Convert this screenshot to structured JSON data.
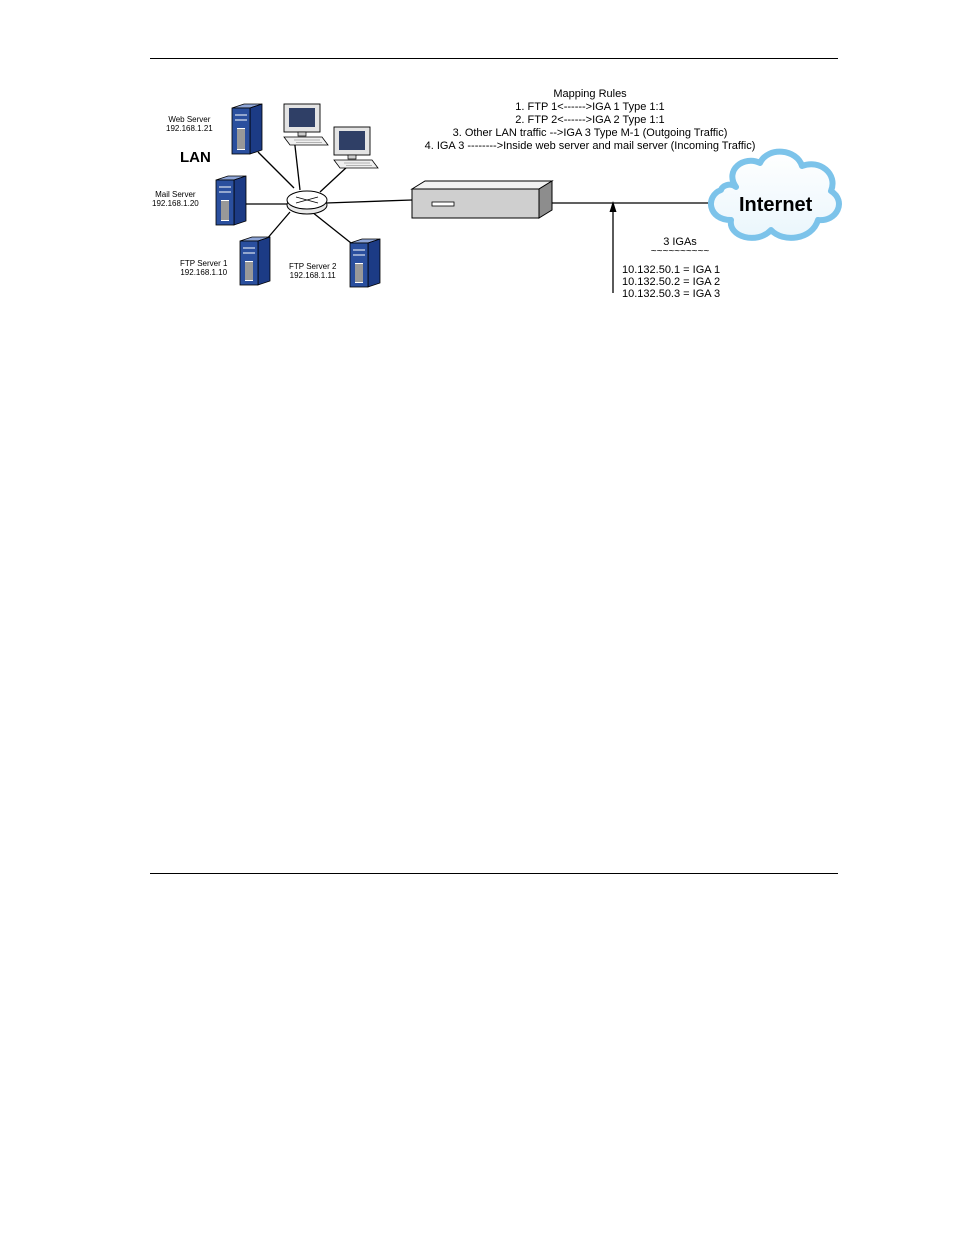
{
  "diagram": {
    "lan_label": "LAN",
    "internet_label": "Internet",
    "servers": {
      "web": {
        "name": "Web Server",
        "ip": "192.168.1.21"
      },
      "mail": {
        "name": "Mail Server",
        "ip": "192.168.1.20"
      },
      "ftp1": {
        "name": "FTP Server 1",
        "ip": "192.168.1.10"
      },
      "ftp2": {
        "name": "FTP Server 2",
        "ip": "192.168.1.11"
      }
    },
    "mapping_rules": {
      "title": "Mapping Rules",
      "items": [
        "1. FTP 1<------>IGA 1 Type 1:1",
        "2. FTP 2<------>IGA 2 Type 1:1",
        "3. Other LAN traffic -->IGA 3 Type M-1 (Outgoing Traffic)",
        "4. IGA 3 -------->Inside web server and mail server (Incoming Traffic)"
      ]
    },
    "igas": {
      "title": "3 IGAs",
      "underline": "~~~~~~~~~~",
      "items": [
        "10.132.50.1 = IGA 1",
        "10.132.50.2 = IGA 2",
        "10.132.50.3 = IGA 3"
      ]
    },
    "colors": {
      "server_blue": "#2a4f9e",
      "device_gray": "#d0d0d0",
      "cloud_blue": "#7cc3ea"
    }
  }
}
